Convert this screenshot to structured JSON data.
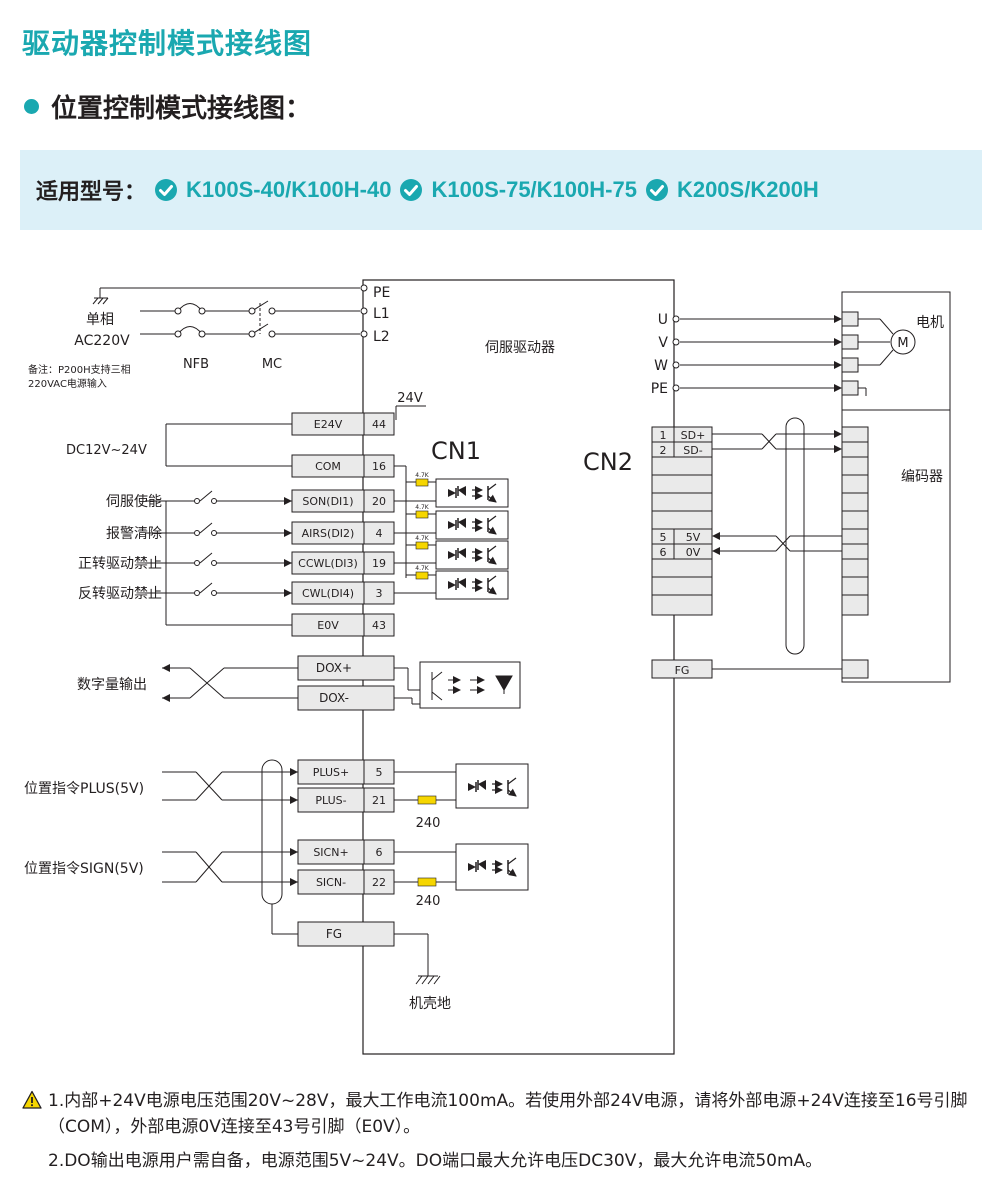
{
  "page_title": "驱动器控制模式接线图",
  "section_heading": "位置控制模式接线图：",
  "models": {
    "label": "适用型号：",
    "items": [
      "K100S-40/K100H-40",
      "K100S-75/K100H-75",
      "K200S/K200H"
    ]
  },
  "power": {
    "supply_label": "单相",
    "supply_voltage": "AC220V",
    "nfb": "NFB",
    "mc": "MC",
    "note": "备注：P200H支持三相",
    "note2": "220VAC电源输入",
    "pins": [
      "PE",
      "L1",
      "L2"
    ]
  },
  "drive_label": "伺服驱动器",
  "cn1": {
    "title": "CN1",
    "v24_label": "24V",
    "dc_label": "DC12V~24V",
    "resistor_label": "4.7K",
    "pins": [
      {
        "name": "E24V",
        "num": "44"
      },
      {
        "name": "COM",
        "num": "16"
      },
      {
        "name": "SON(DI1)",
        "num": "20"
      },
      {
        "name": "AIRS(DI2)",
        "num": "4"
      },
      {
        "name": "CCWL(DI3)",
        "num": "19"
      },
      {
        "name": "CWL(DI4)",
        "num": "3"
      },
      {
        "name": "E0V",
        "num": "43"
      }
    ],
    "inputs": [
      "伺服使能",
      "报警清除",
      "正转驱动禁止",
      "反转驱动禁止"
    ],
    "dout_label": "数字量输出",
    "dout_pins": [
      "DOX+",
      "DOX-"
    ],
    "pulse_inputs": [
      "位置指令PLUS(5V)",
      "位置指令SIGN(5V)"
    ],
    "pulse_pins": [
      {
        "name": "PLUS+",
        "num": "5"
      },
      {
        "name": "PLUS-",
        "num": "21"
      },
      {
        "name": "SICN+",
        "num": "6"
      },
      {
        "name": "SICN-",
        "num": "22"
      }
    ],
    "pulse_resistor": "240",
    "fg": "FG",
    "ground_label": "机壳地"
  },
  "cn2": {
    "title": "CN2",
    "motor_pins": [
      "U",
      "V",
      "W",
      "PE"
    ],
    "motor_label": "电机",
    "motor_symbol": "M",
    "encoder_label": "编码器",
    "pins": [
      {
        "num": "1",
        "name": "SD+"
      },
      {
        "num": "2",
        "name": "SD-"
      },
      {
        "num": "5",
        "name": "5V"
      },
      {
        "num": "6",
        "name": "0V"
      }
    ],
    "fg": "FG"
  },
  "notes": [
    "1.内部+24V电源电压范围20V~28V，最大工作电流100mA。若使用外部24V电源，请将外部电源+24V连接至16号引脚（COM），外部电源0V连接至43号引脚（E0V）。",
    "2.DO输出电源用户需自备，电源范围5V~24V。DO端口最大允许电压DC30V，最大允许电流50mA。"
  ],
  "colors": {
    "accent": "#1aa8b0",
    "banner": "#dcf0f8",
    "resistor": "#f6d600",
    "line": "#231f20",
    "terminal": "#eaeaea"
  }
}
